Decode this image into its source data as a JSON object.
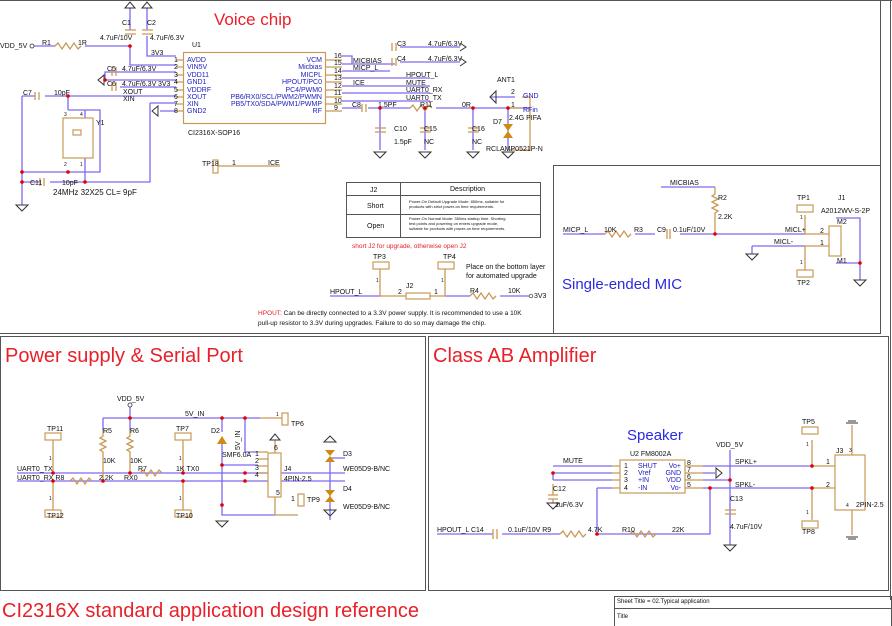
{
  "sections": {
    "voice_chip": "Voice chip",
    "power": "Power supply & Serial Port",
    "amplifier": "Class AB Amplifier",
    "speaker": "Speaker",
    "mic": "Single-ended MIC",
    "footer": "CI2316X standard application design reference"
  },
  "title_block": {
    "sheet_title": "Sheet Title = 02.Typical application",
    "title": "Title"
  },
  "voice": {
    "u1": {
      "ref": "U1",
      "part": "CI2316X-SOP16",
      "left_pins": [
        {
          "num": "1",
          "name": "AVDD"
        },
        {
          "num": "2",
          "name": "VIN5V"
        },
        {
          "num": "3",
          "name": "VDD11"
        },
        {
          "num": "4",
          "name": "GND1"
        },
        {
          "num": "5",
          "name": "VDDRF"
        },
        {
          "num": "6",
          "name": "XOUT"
        },
        {
          "num": "7",
          "name": "XIN"
        },
        {
          "num": "8",
          "name": "GND2"
        }
      ],
      "right_pins": [
        {
          "num": "16",
          "name": "VCM"
        },
        {
          "num": "15",
          "name": "Micbias"
        },
        {
          "num": "14",
          "name": "MICPL"
        },
        {
          "num": "13",
          "name": "HPOUT/PC0"
        },
        {
          "num": "12",
          "name": "PC4/PWM0"
        },
        {
          "num": "11",
          "name": "PB6/RX0/SCL/PWM2/PWMN"
        },
        {
          "num": "10",
          "name": "PB5/TX0/SDA/PWM1/PWMP"
        },
        {
          "num": "9",
          "name": "RF"
        }
      ]
    },
    "labels": {
      "vdd5v": "VDD_5V",
      "r1": "R1",
      "r1_val": "1R",
      "c1": "C1",
      "c2": "C2",
      "c1_val": "4.7uF/10V",
      "c2_val": "4.7uF/6.3V",
      "net_3v3": "3V3",
      "c5": "C5",
      "c5_val": "4.7uF/6.3V",
      "c6": "C6",
      "c6_val": "4.7uF/6.3V",
      "c6_net": "3V3",
      "c7": "C7",
      "c7_val": "10pF",
      "xout": "XOUT",
      "xin": "XIN",
      "y1": "Y1",
      "y1_p3": "3",
      "y1_p4": "4",
      "y1_p2": "2",
      "y1_p1": "1",
      "c11": "C11",
      "c11_val": "10pF",
      "crystal": "24MHz 32X25  CL= 9pF",
      "tp18": "TP18",
      "tp18_pin": "1",
      "ice_net": "ICE",
      "micbias": "MICBIAS",
      "micp_l": "MICP_L",
      "hpout_l": "HPOUT_L",
      "ice": "ICE",
      "mute": "MUTE",
      "uart_rx": "UART0_RX",
      "uart_tx": "UART0_TX",
      "c3": "C3",
      "c3_val": "4.7uF/6.3V",
      "c4": "C4",
      "c4_val": "4.7uF/6.3V",
      "c8": "C8",
      "c8_val": "1.5PF",
      "r11": "R11",
      "r11_val": "0R",
      "c10": "C10",
      "c10_val": "1.5pF",
      "c15": "C15",
      "c15_val": "NC",
      "c16": "C16",
      "c16_val": "NC",
      "ant1": "ANT1",
      "ant_p2": "2",
      "ant_gnd": "GND",
      "ant_p1": "1",
      "ant_rfin": "RFin",
      "ant_type": "2.4G PIFA",
      "d7": "D7",
      "d7_part": "RCLAMP0521P-N"
    },
    "j2_table": {
      "headers": [
        "J2",
        "Description"
      ],
      "rows": [
        {
          "state": "Short",
          "desc": [
            "Power-On Default Upgrade Mode: 850ms, suitable for",
            "products with strict power-on time requirements."
          ]
        },
        {
          "state": "Open",
          "desc": [
            "Power-On Normal Mode: 350ms startup time. Shorting",
            "test points and powering on enters upgrade mode,",
            "suitable for products with power-on time requirements."
          ]
        }
      ]
    },
    "j2_note": "short J2 for upgrade, otherwise open J2",
    "upgrade": {
      "tp3": "TP3",
      "tp4": "TP4",
      "place1": "Place on the bottom layer",
      "place2": "for automated upgrade",
      "hpout_l": "HPOUT_L",
      "p2": "2",
      "j2": "J2",
      "p1": "1",
      "r4": "R4",
      "r4_val": "10K",
      "v33": "3V3",
      "tp3_pin": "1",
      "tp4_pin": "1"
    },
    "hpout_note": {
      "label": "HPOUT:",
      "line1": " Can be directly connected to a 3.3V power supply. It is recommended to use a 10K",
      "line2": "pull-up resistor to 3.3V during upgrades. Failure to do so may damage the chip."
    }
  },
  "mic": {
    "micbias": "MICBIAS",
    "r2": "R2",
    "r2_val": "2.2K",
    "micp_l": "MICP_L",
    "r3_val": "10K",
    "r3": "R3",
    "c9": "C9",
    "c9_val": "0.1uF/10V",
    "micl_plus": "MICL+",
    "micl_minus": "MICL-",
    "p2": "2",
    "p1": "1",
    "tp1": "TP1",
    "tp2": "TP2",
    "j1": "J1",
    "j1_part": "A2012WV-S-2P",
    "m2": "M2",
    "m1": "M1",
    "tp_pin": "1"
  },
  "power": {
    "vdd5v": "VDD_5V",
    "net_5vin": "5V_IN",
    "net_5vin_v": "5V_IN",
    "tp6": "TP6",
    "tp6_pin": "1",
    "tp11": "TP11",
    "tp12": "TP12",
    "tp7": "TP7",
    "tp10": "TP10",
    "tp_pin": "1",
    "r5": "R5",
    "r6": "R6",
    "r5_val": "10K",
    "r6_val": "10K",
    "d2": "D2",
    "d2_part": "SMF6.0A",
    "uart_tx": "UART0_TX",
    "uart_rx": "UART0_RX R8",
    "r8_val": "2.2K",
    "rx0": "RX0",
    "r7": "R7",
    "r7_val": "1K TX0",
    "j4": "J4",
    "j4_part": "4PIN-2.5",
    "j4_pins": [
      "1",
      "2",
      "3",
      "4",
      "5",
      "6"
    ],
    "d3": "D3",
    "d3_part": "WE05D9-B/NC",
    "d4": "D4",
    "d4_part": "WE05D9-B/NC",
    "tp9": "TP9",
    "tp9_pin": "1"
  },
  "amp": {
    "vdd5v": "VDD_5V",
    "u2": "U2 FM8002A",
    "mute": "MUTE",
    "left_pins": [
      {
        "num": "1",
        "name": "SHUT"
      },
      {
        "num": "2",
        "name": "Vref"
      },
      {
        "num": "3",
        "name": "+IN"
      },
      {
        "num": "4",
        "name": "-IN"
      }
    ],
    "right_pins": [
      {
        "num": "8",
        "name": "Vo+"
      },
      {
        "num": "7",
        "name": "GND"
      },
      {
        "num": "6",
        "name": "VDD"
      },
      {
        "num": "5",
        "name": "Vo-"
      }
    ],
    "spkl_plus": "SPKL+",
    "spkl_minus": "SPKL-",
    "c12": "C12",
    "c12_val": "1uF/6.3V",
    "c13": "C13",
    "c13_val": "4.7uF/10V",
    "hpout_c14": "HPOUT_L  C14",
    "c14_r9": "0.1uF/10V R9",
    "r9_val": "4.7K",
    "r10": "R10",
    "r10_val": "22K",
    "tp5": "TP5",
    "tp8": "TP8",
    "tp_pin": "1",
    "j3": "J3",
    "j3_p1": "1",
    "j3_p2": "2",
    "j3_p3": "3",
    "j3_p4": "4",
    "j3_part": "2PIN-2.5"
  },
  "colors": {
    "wire": "#8068f0",
    "component": "#c89a55",
    "junction": "#e00000",
    "title": "#e8202a",
    "subtitle": "#2a2ae0"
  }
}
